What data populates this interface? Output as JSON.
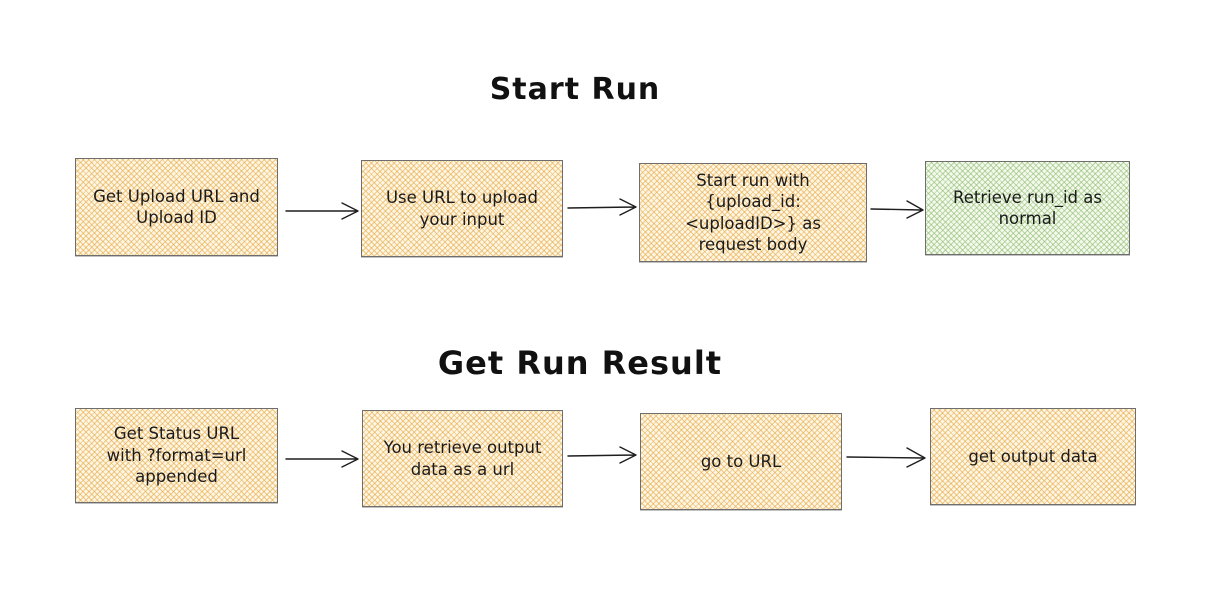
{
  "diagram": {
    "type": "flowchart",
    "style": {
      "node_fill_hatch_orange": "#e8a33d",
      "node_fill_bg_orange": "#fdf6e3",
      "node_fill_hatch_green": "#8ab968",
      "node_fill_bg_green": "#f3f9ec",
      "node_border": "#6e6e6e",
      "arrow_color": "#1e1e1e",
      "text_color": "#1b1b1b",
      "background": "#ffffff"
    },
    "sections": [
      {
        "title": "Start Run",
        "nodes": [
          {
            "id": "get-upload-url",
            "label": "Get Upload URL and\nUpload ID",
            "fill": "orange"
          },
          {
            "id": "use-url-upload",
            "label": "Use URL to upload\nyour input",
            "fill": "orange"
          },
          {
            "id": "start-run-body",
            "label": "Start run with\n{upload_id:\n<uploadID>} as\nrequest body",
            "fill": "orange"
          },
          {
            "id": "retrieve-run-id",
            "label": "Retrieve run_id as\nnormal",
            "fill": "green"
          }
        ],
        "edges": [
          [
            "get-upload-url",
            "use-url-upload"
          ],
          [
            "use-url-upload",
            "start-run-body"
          ],
          [
            "start-run-body",
            "retrieve-run-id"
          ]
        ]
      },
      {
        "title": "Get Run Result",
        "nodes": [
          {
            "id": "get-status-url",
            "label": "Get Status URL\nwith ?format=url\nappended",
            "fill": "orange"
          },
          {
            "id": "retrieve-output-url",
            "label": "You retrieve output\ndata as a url",
            "fill": "orange"
          },
          {
            "id": "go-to-url",
            "label": "go to URL",
            "fill": "orange"
          },
          {
            "id": "get-output-data",
            "label": "get output data",
            "fill": "orange"
          }
        ],
        "edges": [
          [
            "get-status-url",
            "retrieve-output-url"
          ],
          [
            "retrieve-output-url",
            "go-to-url"
          ],
          [
            "go-to-url",
            "get-output-data"
          ]
        ]
      }
    ]
  }
}
